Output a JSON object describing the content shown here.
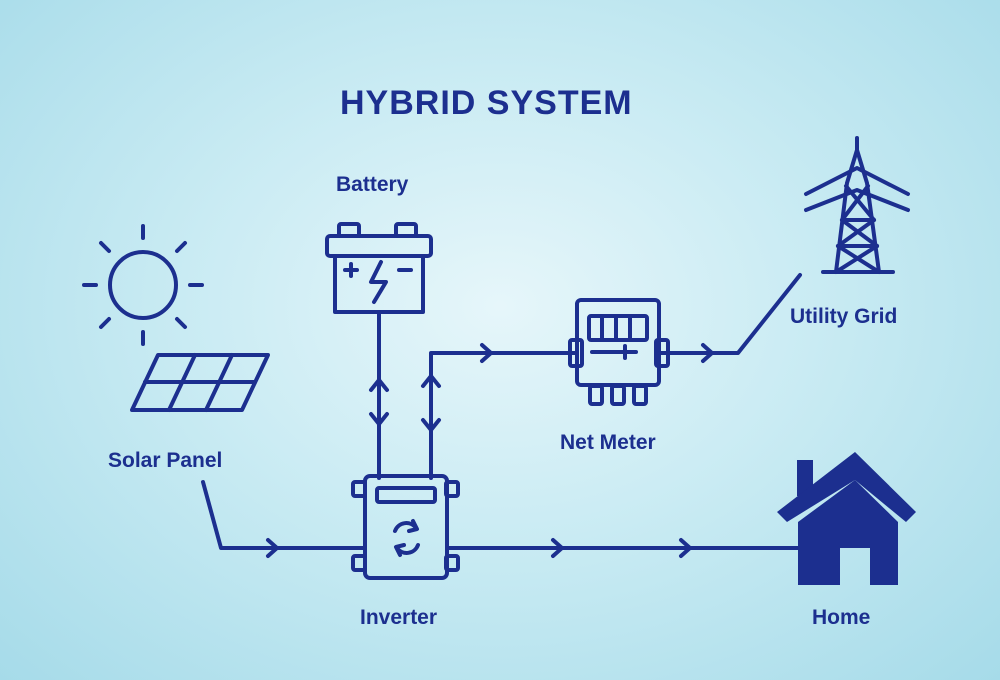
{
  "title": "HYBRID SYSTEM",
  "colors": {
    "stroke": "#1c2f8f",
    "background": "#c9ebf3"
  },
  "components": {
    "battery": {
      "label": "Battery",
      "icon": "battery-icon"
    },
    "solar_panel": {
      "label": "Solar Panel",
      "icon": "solar-panel-icon"
    },
    "sun": {
      "icon": "sun-icon"
    },
    "inverter": {
      "label": "Inverter",
      "icon": "inverter-icon"
    },
    "net_meter": {
      "label": "Net Meter",
      "icon": "meter-icon"
    },
    "utility_grid": {
      "label": "Utility Grid",
      "icon": "transmission-tower-icon"
    },
    "home": {
      "label": "Home",
      "icon": "house-icon"
    }
  },
  "connections": [
    {
      "from": "solar_panel",
      "to": "inverter"
    },
    {
      "from": "battery",
      "to": "inverter",
      "bidirectional": true
    },
    {
      "from": "inverter",
      "to": "net_meter"
    },
    {
      "from": "net_meter",
      "to": "utility_grid"
    },
    {
      "from": "inverter",
      "to": "home"
    }
  ]
}
